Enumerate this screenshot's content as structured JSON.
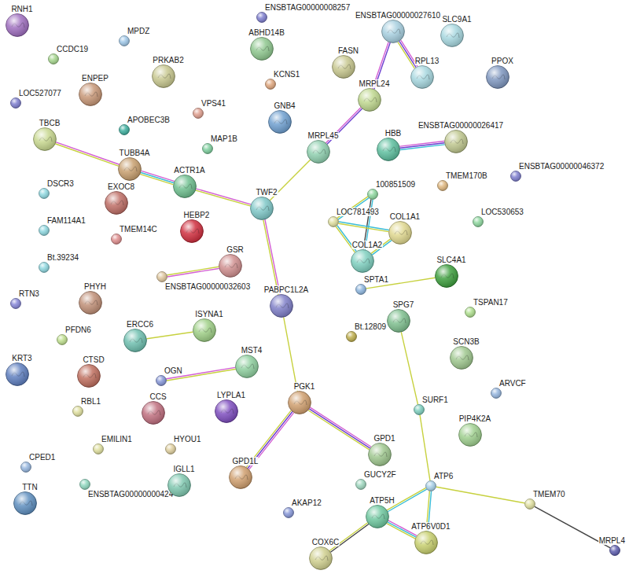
{
  "diagram": {
    "nodes": [
      {
        "text": [
          "RNH1"
        ]
      },
      {
        "text": [
          "ENSBTAG00000008257"
        ]
      },
      {
        "text": [
          "ENSBTAG00000027610"
        ]
      },
      {
        "text": [
          "SLC9A1"
        ]
      },
      {
        "text": [
          "MPDZ"
        ]
      },
      {
        "text": [
          "ABHD14B"
        ]
      },
      {
        "text": [
          "CCDC19"
        ]
      },
      {
        "text": [
          "FASN"
        ]
      },
      {
        "text": [
          "PRKAB2"
        ]
      },
      {
        "text": [
          "RPL13"
        ]
      },
      {
        "text": [
          "PPOX"
        ]
      },
      {
        "text": [
          "KCNS1"
        ]
      },
      {
        "text": [
          "ENPEP"
        ]
      },
      {
        "text": [
          "MRPL24"
        ]
      },
      {
        "text": [
          "LOC527077"
        ]
      },
      {
        "text": [
          "VPS41"
        ]
      },
      {
        "text": [
          "GNB4"
        ]
      },
      {
        "text": [
          "APOBEC3B"
        ]
      },
      {
        "text": [
          "TBCB"
        ]
      },
      {
        "text": [
          "HBB"
        ]
      },
      {
        "text": [
          "ENSBTAG00000026417"
        ]
      },
      {
        "text": [
          "MAP1B"
        ]
      },
      {
        "text": [
          "MRPL45"
        ]
      },
      {
        "text": [
          "TUBB4A"
        ]
      },
      {
        "text": [
          "ENSBTAG00000046372"
        ]
      },
      {
        "text": [
          "TMEM170B"
        ]
      },
      {
        "text": [
          "ACTR1A"
        ]
      },
      {
        "text": [
          "DSCR3"
        ]
      },
      {
        "text": [
          "100851509"
        ]
      },
      {
        "text": [
          "EXOC8"
        ]
      },
      {
        "text": [
          "TWF2"
        ]
      },
      {
        "text": [
          "LOC781493"
        ]
      },
      {
        "text": [
          "LOC530653"
        ]
      },
      {
        "text": [
          "FAM114A1"
        ]
      },
      {
        "text": [
          "HEBP2"
        ]
      },
      {
        "text": [
          "COL1A1"
        ]
      },
      {
        "text": [
          "TMEM14C"
        ]
      },
      {
        "text": [
          "COL1A2"
        ]
      },
      {
        "text": [
          "GSR"
        ]
      },
      {
        "text": [
          "Bt.39234"
        ]
      },
      {
        "text": [
          "ENSBTAG00000032603"
        ]
      },
      {
        "text": [
          "SLC4A1"
        ]
      },
      {
        "text": [
          "SPTA1"
        ]
      },
      {
        "text": [
          "RTN3"
        ]
      },
      {
        "text": [
          "PHYH"
        ]
      },
      {
        "text": [
          "PABPC1L2A"
        ]
      },
      {
        "text": [
          "TSPAN17"
        ]
      },
      {
        "text": [
          "SPG7"
        ]
      },
      {
        "text": [
          "ISYNA1"
        ]
      },
      {
        "text": [
          "Bt.12809"
        ]
      },
      {
        "text": [
          "PFDN6"
        ]
      },
      {
        "text": [
          "ERCC6"
        ]
      },
      {
        "text": [
          "SCN3B"
        ]
      },
      {
        "text": [
          "MST4"
        ]
      },
      {
        "text": [
          "KRT3"
        ]
      },
      {
        "text": [
          "CTSD"
        ]
      },
      {
        "text": [
          "OGN"
        ]
      },
      {
        "text": [
          "ARVCF"
        ]
      },
      {
        "text": [
          "PGK1"
        ]
      },
      {
        "text": [
          "SURF1"
        ]
      },
      {
        "text": [
          "RBL1"
        ]
      },
      {
        "text": [
          "CCS"
        ]
      },
      {
        "text": [
          "LYPLA1"
        ]
      },
      {
        "text": [
          "PIP4K2A"
        ]
      },
      {
        "text": [
          "EMILIN1"
        ]
      },
      {
        "text": [
          "HYOU1"
        ]
      },
      {
        "text": [
          "GPD1"
        ]
      },
      {
        "text": [
          "CPED1"
        ]
      },
      {
        "text": [
          "GPD1L"
        ]
      },
      {
        "text": [
          "ENSBTAG00000000424"
        ]
      },
      {
        "text": [
          "IGLL1"
        ]
      },
      {
        "text": [
          "GUCY2F"
        ]
      },
      {
        "text": [
          "ATP6"
        ]
      },
      {
        "text": [
          "TTN"
        ]
      },
      {
        "text": [
          "TMEM70"
        ]
      },
      {
        "text": [
          "AKAP12"
        ]
      },
      {
        "text": [
          "ATP5H"
        ]
      },
      {
        "text": [
          "ATP6V0D1"
        ]
      },
      {
        "text": [
          "MRPL4"
        ]
      },
      {
        "text": [
          "COX6C"
        ]
      }
    ],
    "edges": [
      {
        "from": 18,
        "to": 23,
        "arrow": "none"
      },
      {
        "from": 23,
        "to": 26,
        "arrow": "none"
      },
      {
        "from": 26,
        "to": 30,
        "arrow": "none"
      },
      {
        "from": 30,
        "to": 22,
        "arrow": "none"
      },
      {
        "from": 30,
        "to": 45,
        "arrow": "none"
      },
      {
        "from": 22,
        "to": 13,
        "arrow": "none"
      },
      {
        "from": 13,
        "to": 2,
        "arrow": "none"
      },
      {
        "from": 2,
        "to": 9,
        "arrow": "none"
      },
      {
        "from": 19,
        "to": 20,
        "arrow": "none"
      },
      {
        "from": 28,
        "to": 31,
        "arrow": "none"
      },
      {
        "from": 28,
        "to": 37,
        "arrow": "none"
      },
      {
        "from": 31,
        "to": 35,
        "arrow": "none"
      },
      {
        "from": 31,
        "to": 37,
        "arrow": "none"
      },
      {
        "from": 35,
        "to": 37,
        "arrow": "none"
      },
      {
        "from": 42,
        "to": 41,
        "arrow": "none"
      },
      {
        "from": 38,
        "to": 40,
        "arrow": "none"
      },
      {
        "from": 51,
        "to": 48,
        "arrow": "none"
      },
      {
        "from": 56,
        "to": 53,
        "arrow": "none"
      },
      {
        "from": 45,
        "to": 58,
        "arrow": "none"
      },
      {
        "from": 58,
        "to": 68,
        "arrow": "none"
      },
      {
        "from": 58,
        "to": 66,
        "arrow": "none"
      },
      {
        "from": 47,
        "to": 59,
        "arrow": "none"
      },
      {
        "from": 59,
        "to": 72,
        "arrow": "none"
      },
      {
        "from": 72,
        "to": 76,
        "arrow": "none"
      },
      {
        "from": 72,
        "to": 77,
        "arrow": "none"
      },
      {
        "from": 72,
        "to": 74,
        "arrow": "none"
      },
      {
        "from": 74,
        "to": 78,
        "arrow": "none"
      },
      {
        "from": 76,
        "to": 77,
        "arrow": "none"
      },
      {
        "from": 76,
        "to": 79,
        "arrow": "none"
      }
    ]
  }
}
